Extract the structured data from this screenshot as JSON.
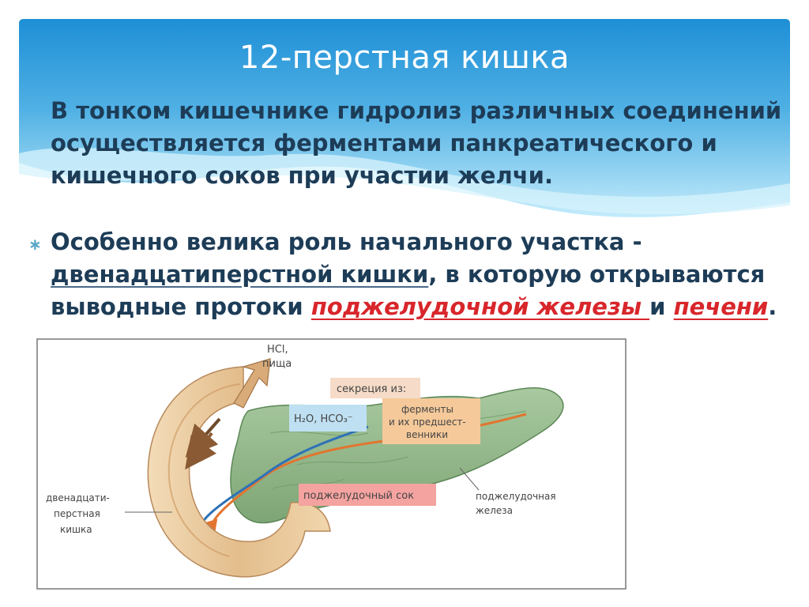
{
  "slide": {
    "title": "12-перстная кишка",
    "paragraph1": "В тонком кишечнике гидролиз различных соединений осуществляется ферментами панкреатического и кишечного соков при участии желчи.",
    "bullet_symbol": "∗",
    "paragraph2": {
      "part1": "Особенно велика роль начального участка - ",
      "link1": "двенадцатиперстной кишки",
      "part2": ", в которую открываются выводные протоки ",
      "link2": "поджелудочной железы ",
      "part3": " и ",
      "link3": "печени",
      "part4": "."
    }
  },
  "figure": {
    "label_hcl": "HCl,",
    "label_food": "пища",
    "label_secretion": "секреция из:",
    "label_water_bicarb": "H₂O, HCO₃⁻",
    "label_enzymes_1": "ферменты",
    "label_enzymes_2": "и их предшест-",
    "label_enzymes_3": "венники",
    "label_juice": "поджелудочный сок",
    "label_pancreas_1": "поджелудочная",
    "label_pancreas_2": "железа",
    "label_duodenum_1": "двенадцати-",
    "label_duodenum_2": "перстная",
    "label_duodenum_3": "кишка"
  },
  "colors": {
    "band_light": "#b9e8fa",
    "band_mid": "#4fb0e4",
    "band_dark": "#1e8fd6",
    "text_main": "#1d3c57",
    "accent_red": "#d8262b",
    "pancreas_green": "#8fb68a",
    "duodenum_tan": "#e8c79a"
  }
}
